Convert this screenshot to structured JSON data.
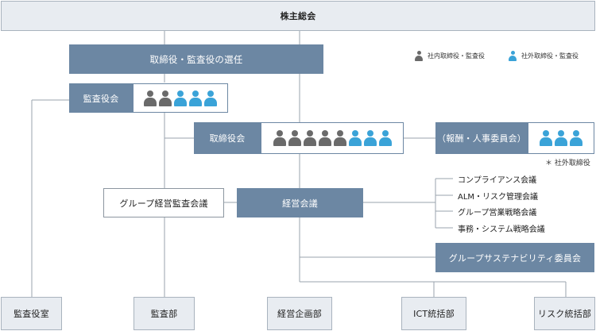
{
  "top": {
    "shareholders_meeting": "株主総会"
  },
  "election": "取締役・監査役の選任",
  "legend": {
    "internal": "社内取締役・監査役",
    "external": "社外取締役・監査役"
  },
  "audit_board": {
    "label": "監査役会",
    "members": [
      "internal",
      "internal",
      "external",
      "external",
      "external"
    ]
  },
  "board": {
    "label": "取締役会",
    "members": [
      "internal",
      "internal",
      "internal",
      "internal",
      "internal",
      "external",
      "external",
      "external"
    ]
  },
  "committee": {
    "label": "（報酬・人事委員会）",
    "members": [
      "external",
      "external",
      "external"
    ],
    "note": "＊ 社外取締役"
  },
  "group_audit_meeting": "グループ経営監査会議",
  "management_meeting": "経営会議",
  "meetings": [
    "コンプライアンス会議",
    "ALM・リスク管理会議",
    "グループ営業戦略会議",
    "事務・システム戦略会議"
  ],
  "sustainability": "グループサステナビリティ委員会",
  "departments": [
    "監査役室",
    "監査部",
    "経営企画部",
    "ICT統括部",
    "リスク統括部"
  ],
  "colors": {
    "internal": "#6a6a6a",
    "external": "#3aa3d8",
    "box_blue": "#6c87a3",
    "line": "#9aa3ad"
  }
}
